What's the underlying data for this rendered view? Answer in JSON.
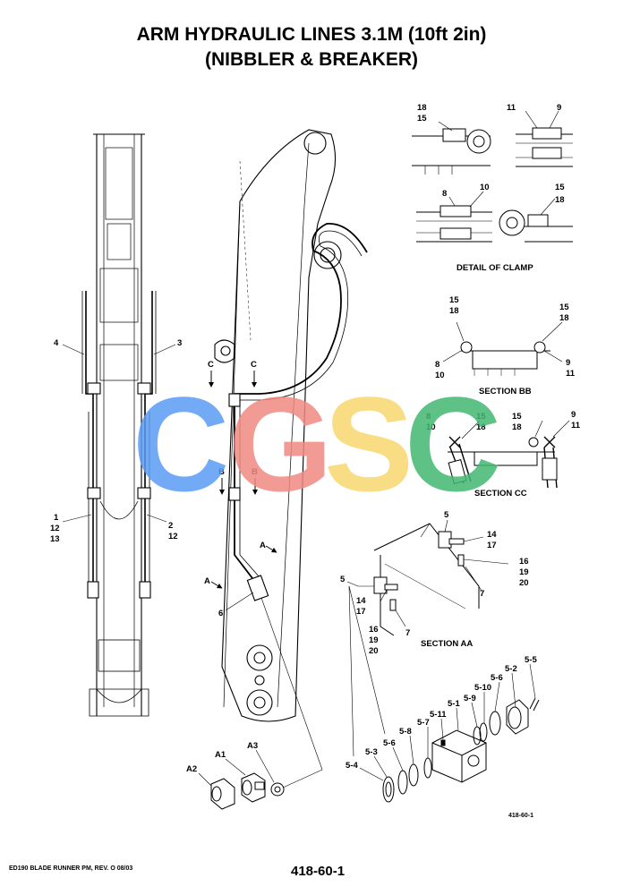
{
  "title": {
    "line1": "ARM HYDRAULIC LINES 3.1M (10ft 2in)",
    "line2": "(NIBBLER & BREAKER)"
  },
  "captions": {
    "detail_of_clamp": "DETAIL OF CLAMP",
    "section_bb": "SECTION BB",
    "section_cc": "SECTION CC",
    "section_aa": "SECTION AA"
  },
  "watermark": {
    "letters": [
      "C",
      "G",
      "S",
      "C"
    ],
    "colors": [
      "#5b9cf5",
      "#f08a82",
      "#f9d870",
      "#43b872"
    ]
  },
  "callouts": {
    "clamp_tl_a": "18",
    "clamp_tl_b": "15",
    "clamp_tr_a": "11",
    "clamp_tr_b": "9",
    "clamp_bl_a": "8",
    "clamp_bl_b": "10",
    "clamp_br_a": "15",
    "clamp_br_b": "18",
    "bb_tl_a": "15",
    "bb_tl_b": "18",
    "bb_tr_a": "15",
    "bb_tr_b": "18",
    "bb_bl_a": "8",
    "bb_bl_b": "10",
    "bb_br_a": "9",
    "bb_br_b": "11",
    "cc_l_a": "8",
    "cc_l_b": "10",
    "cc_m_a": "15",
    "cc_m_b": "18",
    "cc_r1_a": "15",
    "cc_r1_b": "18",
    "cc_r2_a": "9",
    "cc_r2_b": "11",
    "arm_4": "4",
    "arm_3": "3",
    "arm_1": "1",
    "arm_12a": "12",
    "arm_13": "13",
    "arm_2": "2",
    "arm_12b": "12",
    "sec_c1": "C",
    "sec_c2": "C",
    "sec_b1": "B",
    "sec_b2": "B",
    "sec_a1": "A",
    "sec_a2": "A",
    "part_6": "6",
    "aa_5a": "5",
    "aa_14a": "14",
    "aa_17a": "17",
    "aa_16a": "16",
    "aa_19a": "19",
    "aa_20a": "20",
    "aa_7a": "7",
    "aa_5b": "5",
    "aa_14b": "14",
    "aa_17b": "17",
    "aa_16b": "16",
    "aa_19b": "19",
    "aa_20b": "20",
    "aa_7b": "7",
    "p_5_5": "5-5",
    "p_5_2": "5-2",
    "p_5_6": "5-6",
    "p_5_10": "5-10",
    "p_5_9": "5-9",
    "p_5_1": "5-1",
    "p_5_11": "5-11",
    "p_5_7": "5-7",
    "p_5_8": "5-8",
    "p_5_6b": "5-6",
    "p_5_3": "5-3",
    "p_5_4": "5-4",
    "a1": "A1",
    "a2": "A2",
    "a3": "A3"
  },
  "footer": {
    "drawing_ref": "418-60-1",
    "doc": "ED190 BLADE RUNNER PM, REV. O 08/03",
    "page": "418-60-1"
  }
}
